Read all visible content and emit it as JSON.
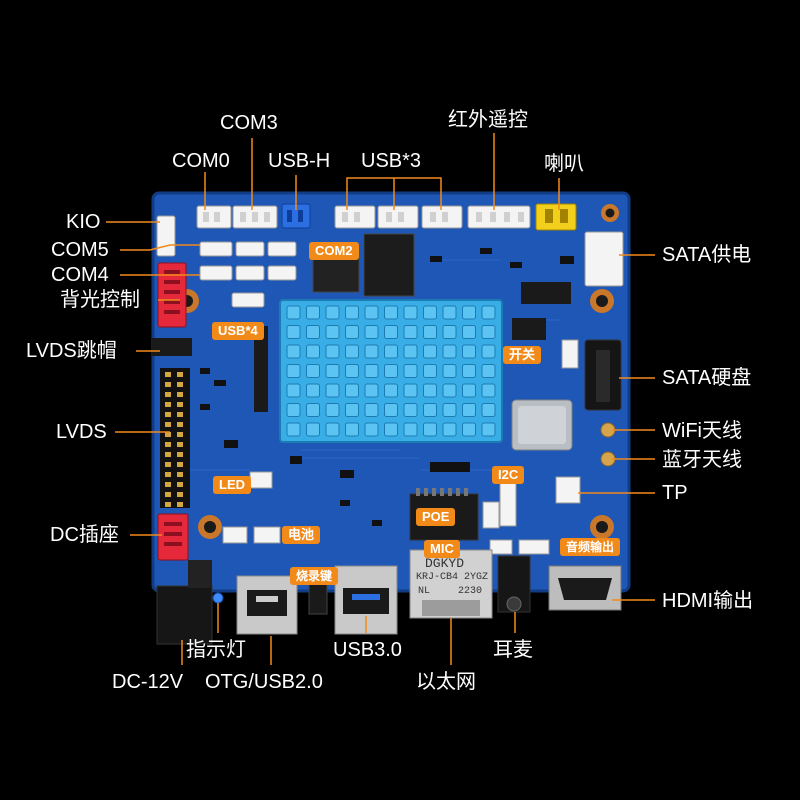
{
  "colors": {
    "background": "#000000",
    "board": "#1e57b5",
    "callout_line": "#f28a1a",
    "tag_fill": "#f28a1a",
    "heatsink": "#39aee6",
    "label_text": "#ffffff"
  },
  "callouts": {
    "com3": "COM3",
    "com0": "COM0",
    "usb_h": "USB-H",
    "usb_3x": "USB*3",
    "ir_remote": "红外遥控",
    "speaker": "喇叭",
    "kio": "KIO",
    "com5": "COM5",
    "com4": "COM4",
    "backlight": "背光控制",
    "lvds_jumper": "LVDS跳帽",
    "lvds": "LVDS",
    "dc_socket": "DC插座",
    "sata_power": "SATA供电",
    "sata_disk": "SATA硬盘",
    "wifi_antenna": "WiFi天线",
    "bt_antenna": "蓝牙天线",
    "tp": "TP",
    "hdmi_out": "HDMI输出",
    "indicator": "指示灯",
    "dc_12v": "DC-12V",
    "otg_usb2": "OTG/USB2.0",
    "usb3": "USB3.0",
    "headset": "耳麦",
    "ethernet": "以太网"
  },
  "board_tags": {
    "com2": "COM2",
    "usb4": "USB*4",
    "switch": "开关",
    "i2c": "I2C",
    "led": "LED",
    "poe": "POE",
    "battery": "电池",
    "mic": "MIC",
    "audio_out": "音频输出",
    "burn_key": "烧录键"
  },
  "ethernet_jack": {
    "line1": "DGKYD",
    "line2": "KRJ-CB4 2YGZ",
    "line3_left": "NL",
    "line3_right": "2230"
  }
}
